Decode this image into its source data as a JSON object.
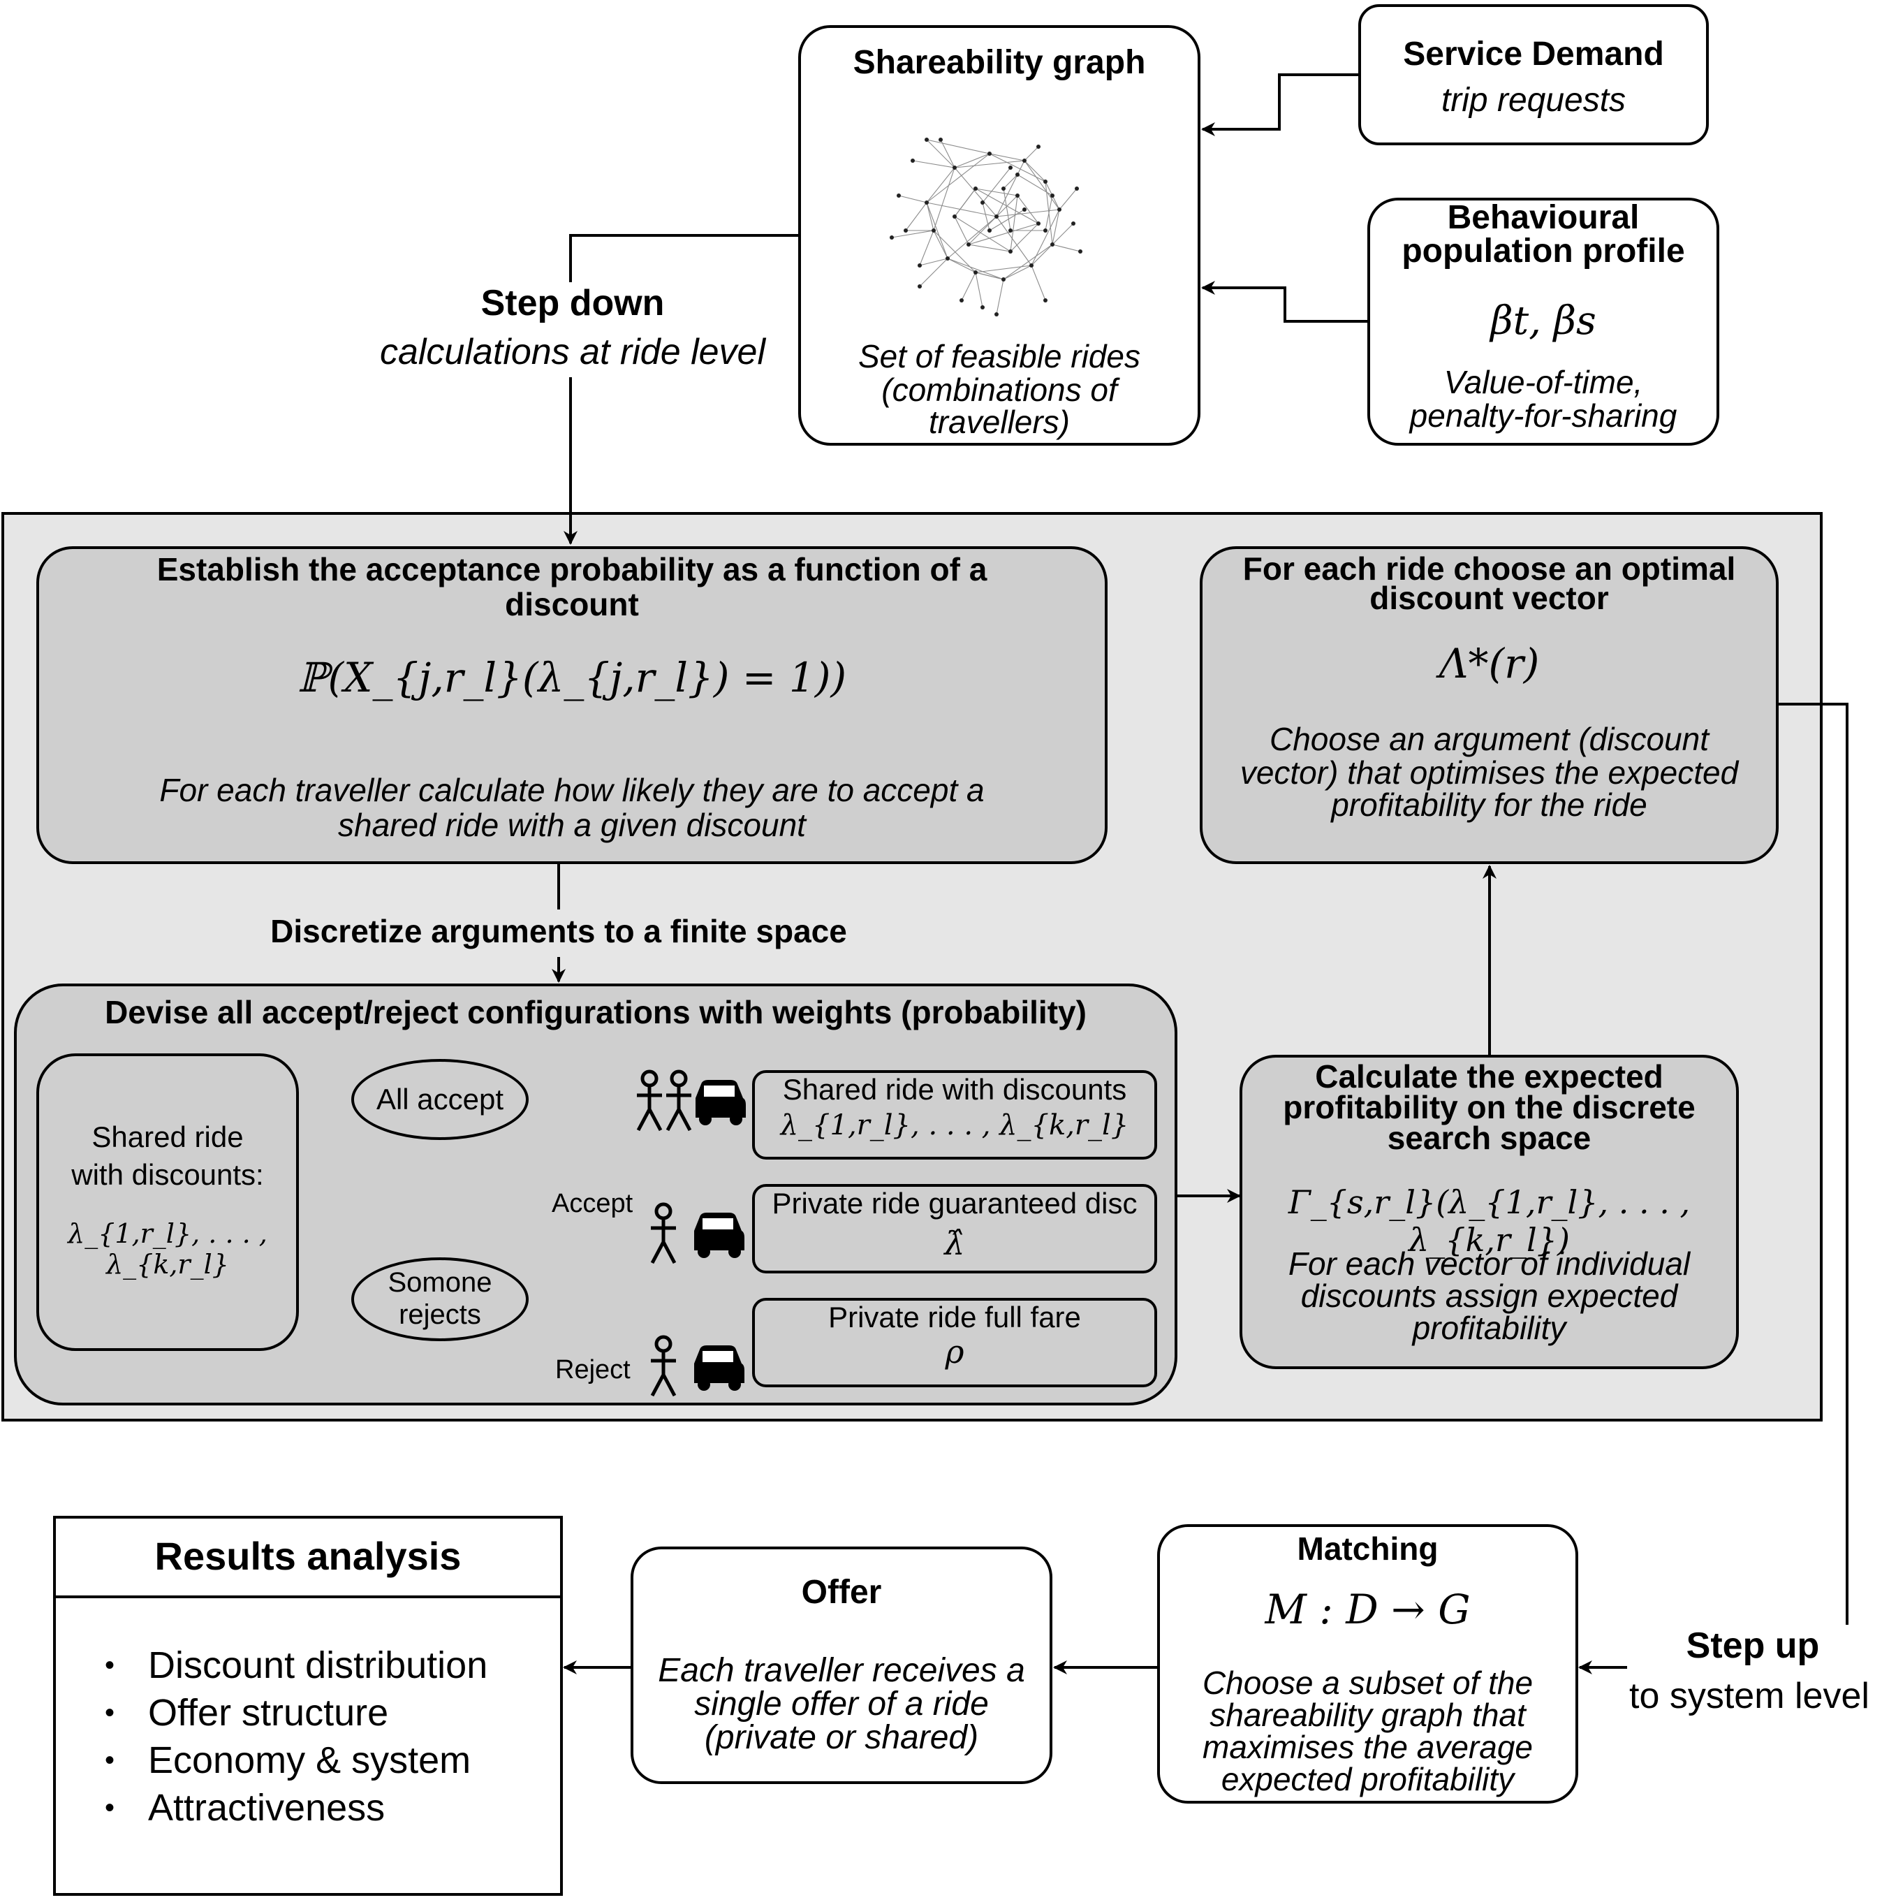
{
  "shareability": {
    "title": "Shareability graph",
    "desc_line1": "Set of feasible rides",
    "desc_line2": "(combinations of",
    "desc_line3": "travellers)"
  },
  "service_demand": {
    "title": "Service Demand",
    "subtitle": "trip requests"
  },
  "behavioural": {
    "title_line1": "Behavioural",
    "title_line2": "population profile",
    "formula": "βt, βs",
    "desc_line1": "Value-of-time,",
    "desc_line2": "penalty-for-sharing"
  },
  "step_down": {
    "title": "Step down",
    "subtitle": "calculations at ride level"
  },
  "acceptance": {
    "title_line1": "Establish the acceptance probability as a function of a",
    "title_line2": "discount",
    "formula": "ℙ(X_{j,r_l}(λ_{j,r_l}) = 1))",
    "desc_line1": "For each traveller calculate how likely they are to accept a",
    "desc_line2": "shared ride with a given discount"
  },
  "optimal": {
    "title_line1": "For each ride choose an optimal",
    "title_line2": "discount vector",
    "formula": "Λ*(r)",
    "desc_line1": "Choose an argument (discount",
    "desc_line2": "vector) that optimises the expected",
    "desc_line3": "profitability for the ride"
  },
  "discretize_label": "Discretize arguments to a finite space",
  "configurations": {
    "title": "Devise all accept/reject configurations with weights (probability)",
    "shared_label_line1": "Shared ride",
    "shared_label_line2": "with discounts:",
    "shared_formula": "λ_{1,r_l}, . . . , λ_{k,r_l}",
    "all_accept": "All accept",
    "someone_rejects_line1": "Somone",
    "someone_rejects_line2": "rejects",
    "accept_label": "Accept",
    "reject_label": "Reject",
    "outcome_shared_line1": "Shared ride with discounts",
    "outcome_shared_formula": "λ_{1,r_l}, . . . , λ_{k,r_l}",
    "outcome_private_guaranteed_line1": "Private ride guaranteed disc",
    "outcome_private_guaranteed_formula": "λ̂",
    "outcome_private_full_line1": "Private ride full fare",
    "outcome_private_full_formula": "ρ"
  },
  "expected": {
    "title_line1": "Calculate the expected",
    "title_line2": "profitability on the discrete",
    "title_line3": "search space",
    "formula": "Γ_{s,r_l}(λ_{1,r_l}, . . . , λ_{k,r_l})",
    "desc_line1": "For each vector of individual",
    "desc_line2": "discounts assign expected",
    "desc_line3": "profitability"
  },
  "results": {
    "title": "Results analysis",
    "items": [
      "Discount distribution",
      "Offer structure",
      "Economy & system",
      "Attractiveness"
    ]
  },
  "offer": {
    "title": "Offer",
    "desc_line1": "Each traveller receives a",
    "desc_line2": "single offer of a ride",
    "desc_line3": "(private or shared)"
  },
  "matching": {
    "title": "Matching",
    "formula": "M : D → G",
    "desc_line1": "Choose a subset of the",
    "desc_line2": "shareability graph that",
    "desc_line3": "maximises the average",
    "desc_line4": "expected profitability"
  },
  "step_up": {
    "title": "Step up",
    "subtitle": "to system level"
  }
}
